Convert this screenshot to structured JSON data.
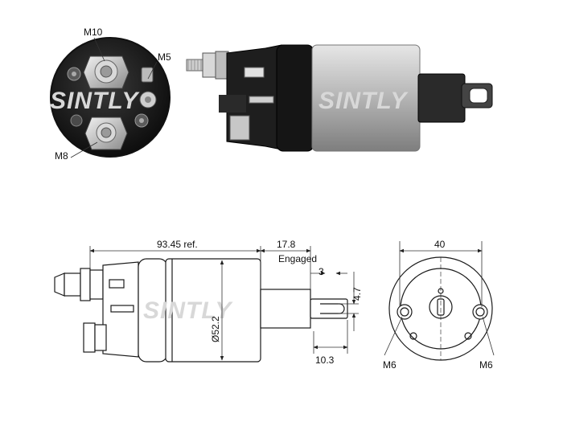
{
  "watermark": "SINTLY",
  "photo_labels": {
    "m10": "M10",
    "m5": "M5",
    "m8": "M8"
  },
  "dimensions": {
    "length_ref": "93.45 ref.",
    "stroke": "17.8",
    "stroke_note": "Engaged",
    "small_offset": "3",
    "slot_width": "4.7",
    "diameter": "Ø52.2",
    "tip_length": "10.3",
    "flange_width": "40",
    "hole_left": "M6",
    "hole_right": "M6"
  },
  "colors": {
    "line": "#1a1a1a",
    "dim_line": "#333333",
    "watermark": "#d8d8d8",
    "photo_dark": "#1e1e1e",
    "photo_metal": "#bdbdbd"
  }
}
